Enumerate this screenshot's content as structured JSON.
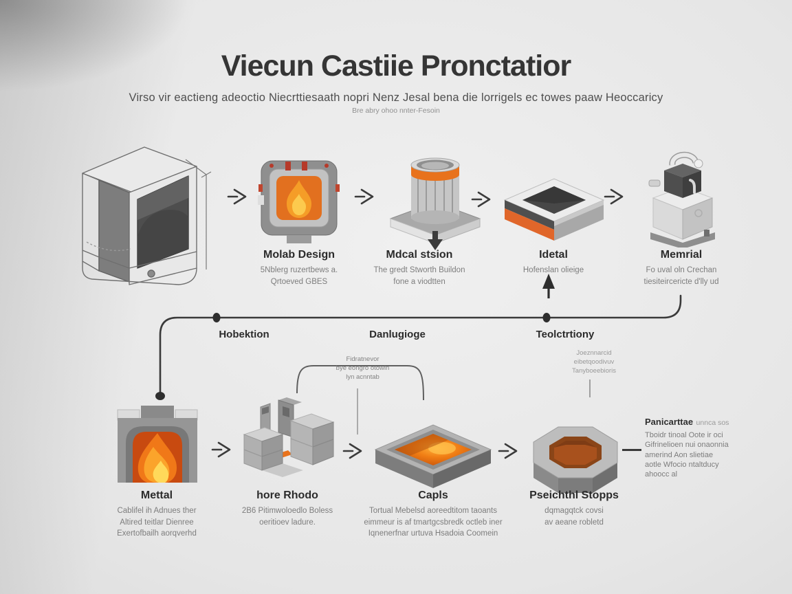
{
  "title": "Viecun Castiie Pronctatior",
  "subtitle": "Virso vir eactieng adeoctio Niecrttiesaath nopri Nenz Jesal bena die lorrigels ec towes paaw Heoccaricy",
  "subtitle_small": "Bre abry ohoo nnter-Fesoin",
  "colors": {
    "accent_orange": "#E8721C",
    "flame_yellow": "#FFD24A",
    "connector_line": "#3A3A3A",
    "text_dark": "#2B2B2B",
    "text_muted": "#7D7D7D",
    "background": "#E4E4E4"
  },
  "top_row": {
    "steps": [
      {
        "icon": "vacuum-forming-machine-icon",
        "label": "",
        "lines": []
      },
      {
        "icon": "mold-furnace-icon",
        "label": "Molab Design",
        "lines": [
          "5Nblerg ruzertbews a.",
          "Qrtoeved GBES"
        ]
      },
      {
        "icon": "crucible-icon",
        "label": "Mdcal stsion",
        "lines": [
          "The gredt Stworth Buildon",
          "fone a viodtten"
        ]
      },
      {
        "icon": "mold-frame-icon",
        "label": "Idetal",
        "lines": [
          "Hofenslan olieige"
        ]
      },
      {
        "icon": "vacuum-chamber-icon",
        "label": "Memrial",
        "lines": [
          "Fo uval oln Crechan",
          "tiesiteircericte d'lly ud"
        ]
      }
    ]
  },
  "mid_labels": [
    "Hobektion",
    "Danlugioge",
    "Teolctrtiony"
  ],
  "annotations": {
    "right_note_lines": [
      "Joeznnarcid",
      "eibetqoodivuv",
      "Tanyboeebioris"
    ],
    "bracket_lines": [
      "Fidratnevor",
      "bye eongro otowin",
      "lyn acnntab"
    ]
  },
  "bottom_row": {
    "steps": [
      {
        "icon": "melting-furnace-icon",
        "label": "Mettal",
        "lines": [
          "Cablifel ih Adnues ther",
          "Altired teitlar Dienree",
          "Exertofbailh aorqverhd"
        ]
      },
      {
        "icon": "casting-machine-icon",
        "label": "hore Rhodo",
        "lines": [
          "2B6 Pitimwoloedlo Boless",
          "oeritioev ladure."
        ]
      },
      {
        "icon": "molten-mold-icon",
        "label": "Capls",
        "lines": [
          "Tortual Mebelsd aoreedtitom taoants",
          "eimmeur is af tmartgcsbredk octleb iner",
          "Iqnenerfnar urtuva Hsadoia Coomein"
        ]
      },
      {
        "icon": "cast-part-icon",
        "label": "Pseichthl Stopps",
        "lines": [
          "dqmagqtck covsi",
          "av aeane robletd"
        ]
      }
    ]
  },
  "side_note": {
    "title": "Panicarttae",
    "title_suffix": "unnca sos",
    "lines": [
      "Tboidr tinoal Oote ir oci",
      "Gifrinelioen nui onaonnia",
      "amerind Aon slietiae",
      "aotle Wfocio ntaltducy",
      "ahoocc al"
    ]
  }
}
